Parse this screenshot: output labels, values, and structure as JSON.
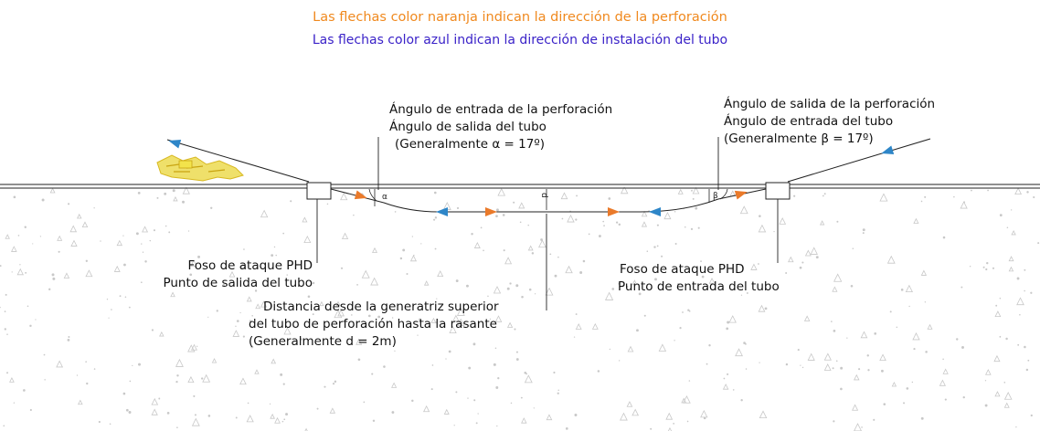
{
  "titles": {
    "orange": "Las flechas color naranja  indican la dirección de la perforación",
    "blue": "Las flechas color azul indican la dirección de instalación del tubo"
  },
  "labels": {
    "entry_angle": {
      "line1": "Ángulo de entrada de la perforación",
      "line2": "Ángulo de salida del tubo",
      "line3": "(Generalmente α = 17º)"
    },
    "exit_angle": {
      "line1": "Ángulo de salida de la perforación",
      "line2": "Ángulo de entrada del tubo",
      "line3": "(Generalmente β = 17º)"
    },
    "pit_left": {
      "line1": "Foso de ataque PHD",
      "line2": "Punto de salida del tubo"
    },
    "pit_right": {
      "line1": "Foso de ataque PHD",
      "line2": "Punto de entrada del tubo"
    },
    "depth": {
      "line1": "Distancia desde la generatriz superior",
      "line2": "del tubo de perforación hasta la rasante",
      "line3": "(Generalmente d = 2m)"
    },
    "symbols": {
      "alpha": "α",
      "beta": "β",
      "d": "d"
    }
  },
  "colors": {
    "orange_arrow": "#ea7a2a",
    "blue_arrow": "#2e86c8",
    "title_orange": "#f0891e",
    "title_blue": "#3a22c8",
    "soil_speckle": "#c8c8c8",
    "machine": "#e8d23a"
  }
}
